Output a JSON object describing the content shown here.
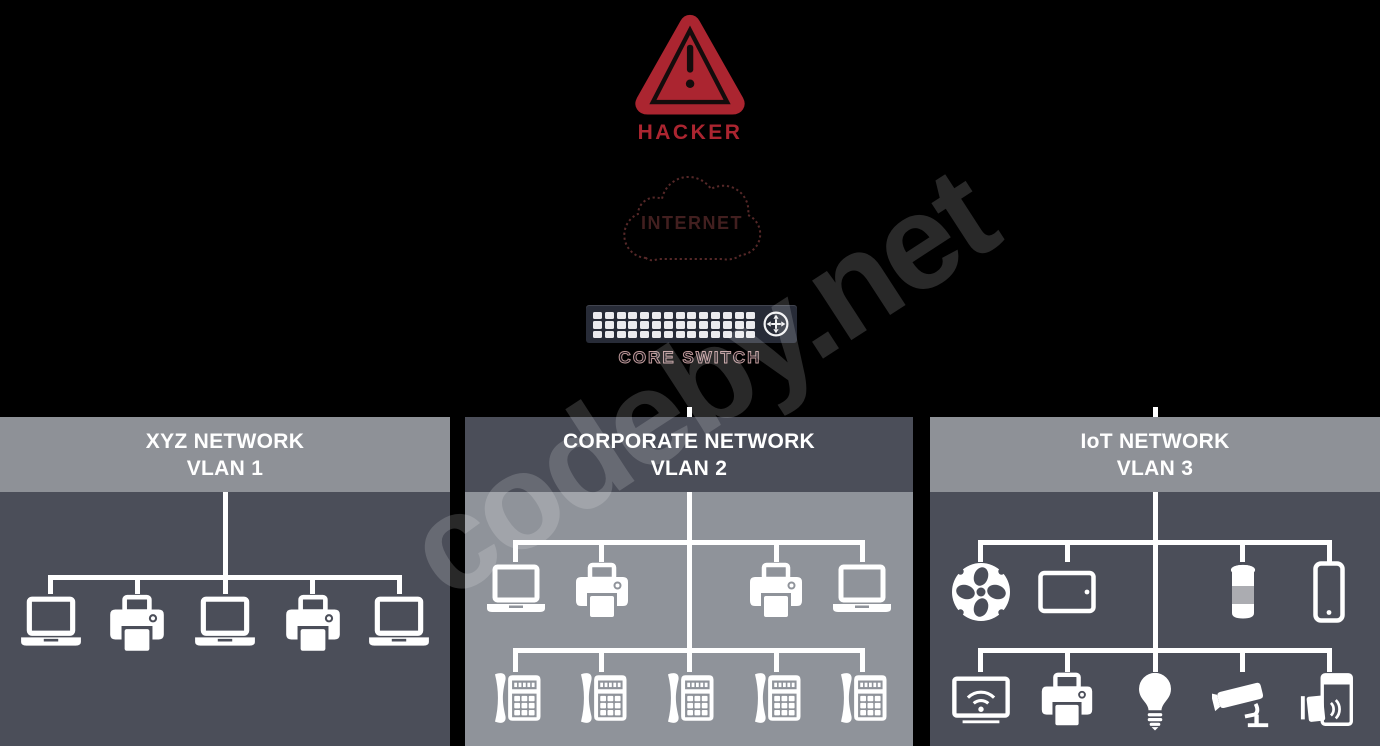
{
  "watermark": {
    "text": "codeby.net"
  },
  "threat": {
    "label": "HACKER",
    "icon": "warning-triangle-icon",
    "color": "#ab2530"
  },
  "internet": {
    "label": "INTERNET",
    "icon": "cloud-icon"
  },
  "core_switch": {
    "label": "CORE SWITCH",
    "icon": "switch-icon",
    "port_rows": 3,
    "port_cols": 14,
    "badge_icon": "circle-arrows-icon"
  },
  "panels": [
    {
      "id": "vlan1",
      "title": "XYZ NETWORK",
      "subtitle": "VLAN 1",
      "theme": "light-header",
      "rows": [
        {
          "devices": [
            "laptop",
            "printer",
            "laptop",
            "printer",
            "laptop"
          ],
          "center_pass": false
        }
      ]
    },
    {
      "id": "vlan2",
      "title": "CORPORATE NETWORK",
      "subtitle": "VLAN 2",
      "theme": "dark-header",
      "rows": [
        {
          "devices": [
            "laptop",
            "printer",
            null,
            "printer",
            "laptop"
          ],
          "center_pass": true
        },
        {
          "devices": [
            "desk-phone",
            "desk-phone",
            "desk-phone",
            "desk-phone",
            "desk-phone"
          ],
          "center_pass": false
        }
      ]
    },
    {
      "id": "vlan3",
      "title": "IoT NETWORK",
      "subtitle": "VLAN 3",
      "theme": "light-header",
      "rows": [
        {
          "devices": [
            "ceiling-fan",
            "tablet",
            null,
            "smart-speaker",
            "smartphone"
          ],
          "center_pass": true
        },
        {
          "devices": [
            "smart-tv",
            "printer",
            "light-bulb",
            "cctv-camera",
            "card-reader"
          ],
          "center_pass": false
        }
      ]
    }
  ],
  "icons": {
    "laptop": "#i-laptop",
    "printer": "#i-printer",
    "desk-phone": "#i-phone-desk",
    "ceiling-fan": "#i-fan",
    "tablet": "#i-tablet",
    "smart-speaker": "#i-speaker",
    "smartphone": "#i-smartphone",
    "smart-tv": "#i-smart-tv",
    "light-bulb": "#i-bulb",
    "cctv-camera": "#i-cctv",
    "card-reader": "#i-cardreader"
  },
  "colors": {
    "background": "#000000",
    "alert_red": "#ab2530",
    "panel_header_light": "#8e9197",
    "panel_body_dark": "#4b4e59",
    "panel_body_light": "#8f939a",
    "line_white": "#ffffff",
    "switch_body": "#272b37",
    "switch_port": "#ebebee",
    "cloud_outline": "#562828"
  }
}
